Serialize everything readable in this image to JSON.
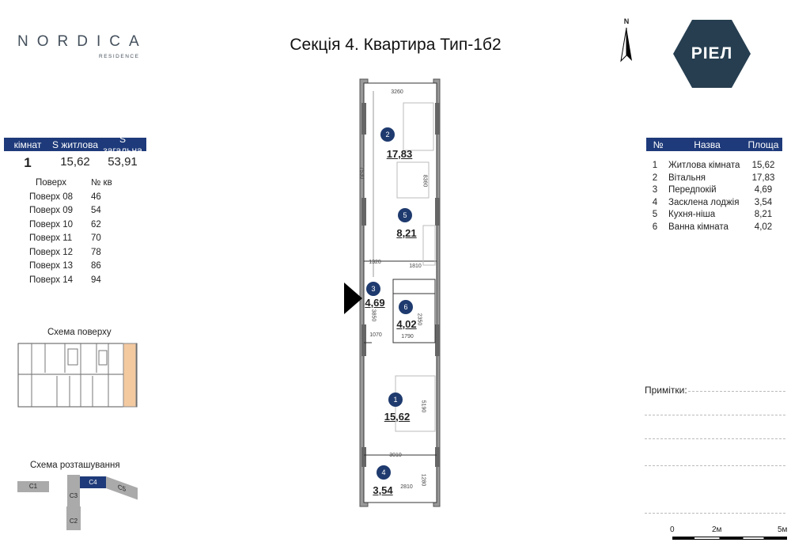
{
  "brand": {
    "logo": "NORDICA",
    "logo_sub": "RESIDENCE",
    "developer": "РІЕЛ",
    "north": "N"
  },
  "title": "Секція 4. Квартира Тип-1б2",
  "summary": {
    "headers": [
      "кімнат",
      "S житлова",
      "S загальна"
    ],
    "values": [
      "1",
      "15,62",
      "53,91"
    ]
  },
  "floors": {
    "headers": [
      "Поверх",
      "№ кв"
    ],
    "rows": [
      [
        "Поверх 08",
        "46"
      ],
      [
        "Поверх 09",
        "54"
      ],
      [
        "Поверх 10",
        "62"
      ],
      [
        "Поверх 11",
        "70"
      ],
      [
        "Поверх 12",
        "78"
      ],
      [
        "Поверх 13",
        "86"
      ],
      [
        "Поверх 14",
        "94"
      ]
    ]
  },
  "rooms": {
    "headers": [
      "№",
      "Назва",
      "Площа"
    ],
    "rows": [
      [
        "1",
        "Житлова кімната",
        "15,62"
      ],
      [
        "2",
        "Вітальня",
        "17,83"
      ],
      [
        "3",
        "Передпокій",
        "4,69"
      ],
      [
        "4",
        "Засклена лоджія",
        "3,54"
      ],
      [
        "5",
        "Кухня-ніша",
        "8,21"
      ],
      [
        "6",
        "Ванна кімната",
        "4,02"
      ]
    ]
  },
  "plan": {
    "labels": [
      {
        "n": "2",
        "area": "17,83"
      },
      {
        "n": "5",
        "area": "8,21"
      },
      {
        "n": "3",
        "area": "4,69"
      },
      {
        "n": "6",
        "area": "4,02"
      },
      {
        "n": "1",
        "area": "15,62"
      },
      {
        "n": "4",
        "area": "3,54"
      }
    ],
    "dims": [
      "3260",
      "7530",
      "8360",
      "1320",
      "1810",
      "3850",
      "2350",
      "1790",
      "1070",
      "5190",
      "3010",
      "2810",
      "1280"
    ]
  },
  "floor_scheme": {
    "caption": "Схема поверху",
    "highlight": "#f3c9a0"
  },
  "site_scheme": {
    "caption": "Схема розташування",
    "sections": [
      "C1",
      "C2",
      "C3",
      "C4",
      "C5"
    ],
    "active": "C4"
  },
  "notes": {
    "label": "Примітки:"
  },
  "scale": {
    "ticks": [
      "0",
      "2м",
      "5м"
    ]
  },
  "colors": {
    "header": "#1e3a7a",
    "badge": "#1e3a6e",
    "logo": "#263e50"
  }
}
